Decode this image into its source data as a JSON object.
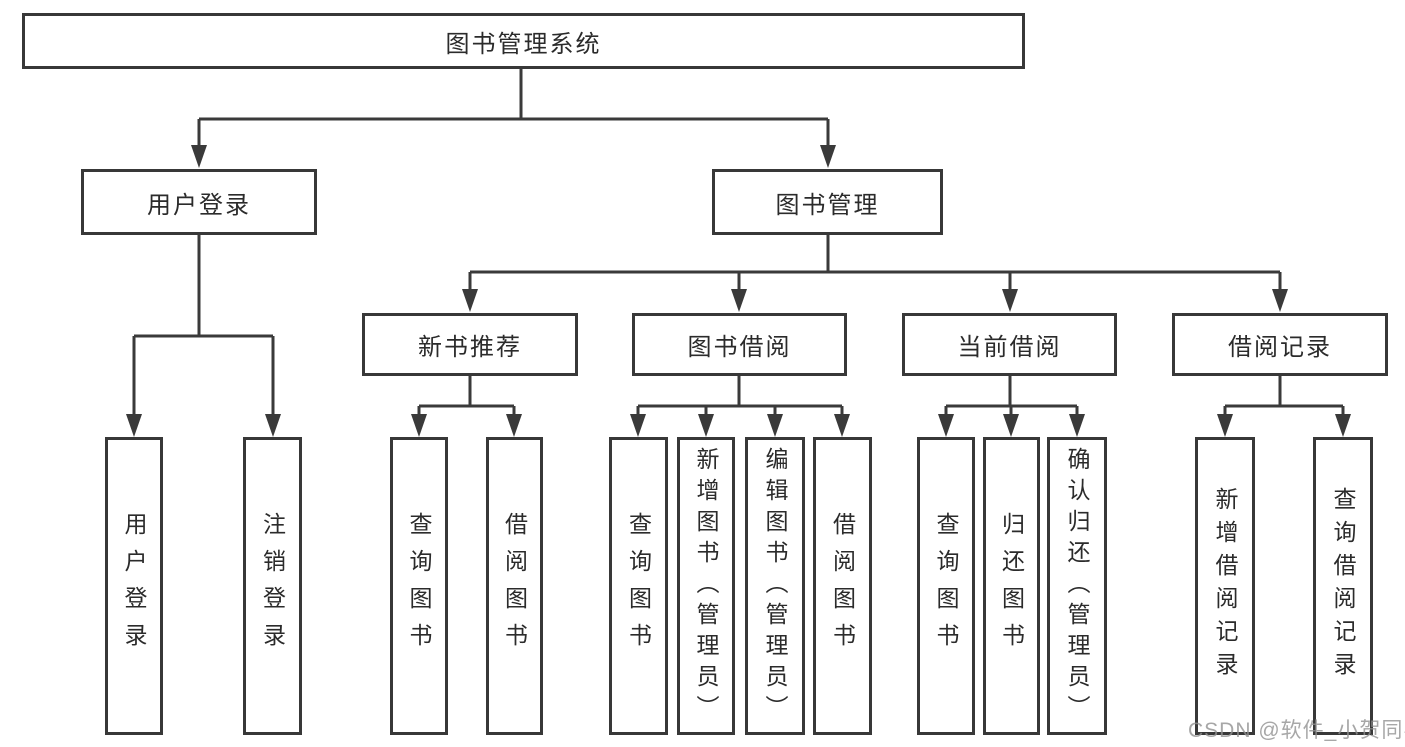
{
  "diagram": {
    "root": {
      "label": "图书管理系统"
    },
    "branches": [
      {
        "label": "用户登录",
        "children": [
          "用户登录",
          "注销登录"
        ]
      },
      {
        "label": "图书管理",
        "groups": [
          {
            "label": "新书推荐",
            "children": [
              "查询图书",
              "借阅图书"
            ]
          },
          {
            "label": "图书借阅",
            "children": [
              "查询图书",
              "新增图书（管理员）",
              "编辑图书（管理员）",
              "借阅图书"
            ]
          },
          {
            "label": "当前借阅",
            "children": [
              "查询图书",
              "归还图书",
              "确认归还（管理员）"
            ]
          },
          {
            "label": "借阅记录",
            "children": [
              "新增借阅记录",
              "查询借阅记录"
            ]
          }
        ]
      }
    ]
  },
  "watermark": "CSDN @软件_小贺同学",
  "colors": {
    "line": "#3a3a3a",
    "border": "#383838",
    "text": "#2b2b2b",
    "watermark_text": "#919191",
    "background": "#ffffff"
  }
}
